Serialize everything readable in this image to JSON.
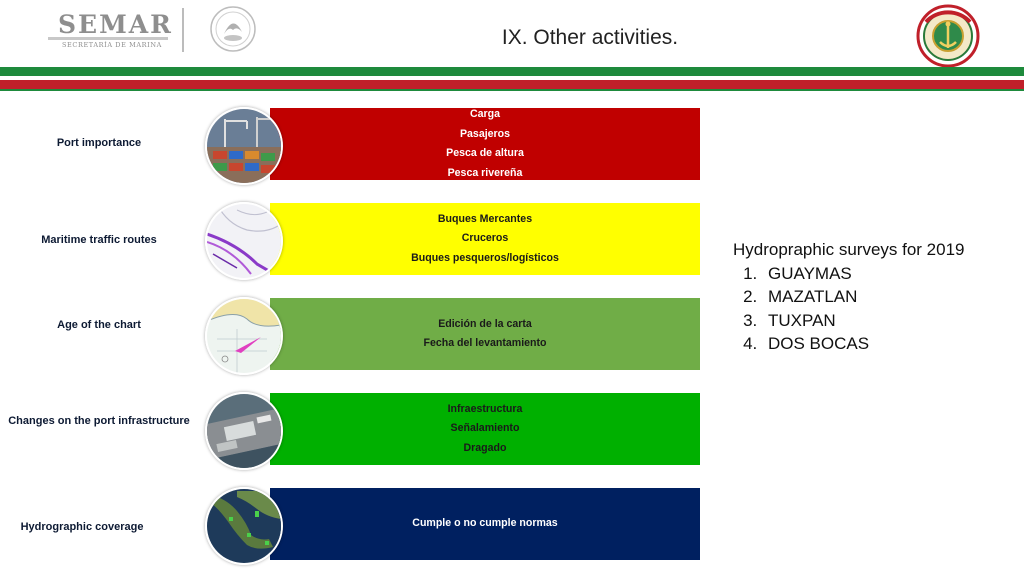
{
  "header": {
    "logo_name": "SEMAR",
    "logo_subtitle": "SECRETARÍA DE MARINA",
    "title": "IX. Other activities."
  },
  "rows": [
    {
      "label": "Port importance",
      "color": "#c00000",
      "text_color": "#ffffff",
      "items": [
        "Carga",
        "Pasajeros",
        "Pesca de altura",
        "Pesca rivereña"
      ]
    },
    {
      "label": "Maritime traffic routes",
      "color": "#ffff00",
      "text_color": "#1a1a1a",
      "items": [
        "Buques Mercantes",
        "Cruceros",
        "Buques pesqueros/logísticos"
      ]
    },
    {
      "label": "Age of the chart",
      "color": "#70ad47",
      "text_color": "#1a1a1a",
      "items": [
        "Edición de la carta",
        "Fecha del levantamiento"
      ]
    },
    {
      "label": "Changes on the port infrastructure",
      "color": "#00b000",
      "text_color": "#1a1a1a",
      "items": [
        "Infraestructura",
        "Señalamiento",
        "Dragado"
      ]
    },
    {
      "label": "Hydrographic coverage",
      "color": "#002060",
      "text_color": "#ffffff",
      "items": [
        "Cumple o no cumple normas"
      ]
    }
  ],
  "surveys": {
    "heading": "Hydropraphic surveys for 2019",
    "items": [
      "GUAYMAS",
      "MAZATLAN",
      "TUXPAN",
      "DOS BOCAS"
    ]
  }
}
